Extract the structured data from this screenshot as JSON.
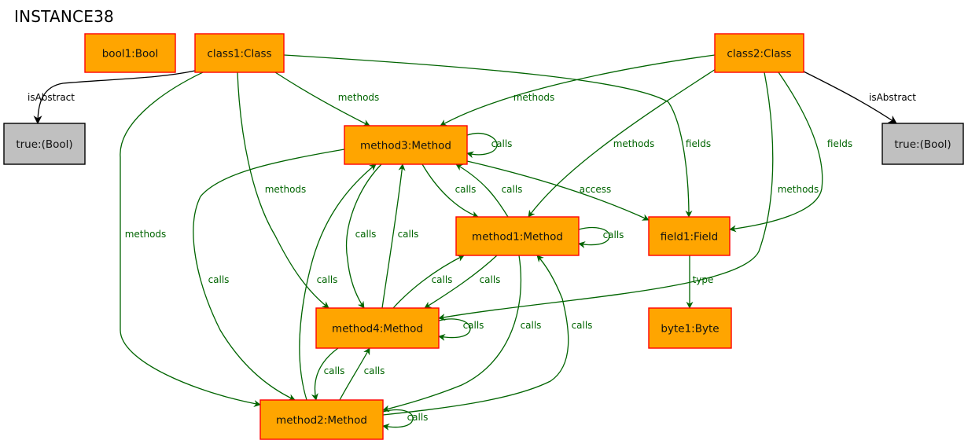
{
  "title": "INSTANCE38",
  "colors": {
    "object_fill": "#ffa500",
    "object_border": "#ff0000",
    "value_fill": "#c0c0c0",
    "value_border": "#000000",
    "link": "#006400",
    "attr_link": "#000000"
  },
  "nodes": [
    {
      "id": "bool1",
      "label": "bool1:Bool",
      "kind": "object"
    },
    {
      "id": "class1",
      "label": "class1:Class",
      "kind": "object"
    },
    {
      "id": "class2",
      "label": "class2:Class",
      "kind": "object"
    },
    {
      "id": "trueL",
      "label": "true:(Bool)",
      "kind": "value"
    },
    {
      "id": "trueR",
      "label": "true:(Bool)",
      "kind": "value"
    },
    {
      "id": "method3",
      "label": "method3:Method",
      "kind": "object"
    },
    {
      "id": "method1",
      "label": "method1:Method",
      "kind": "object"
    },
    {
      "id": "field1",
      "label": "field1:Field",
      "kind": "object"
    },
    {
      "id": "method4",
      "label": "method4:Method",
      "kind": "object"
    },
    {
      "id": "byte1",
      "label": "byte1:Byte",
      "kind": "object"
    },
    {
      "id": "method2",
      "label": "method2:Method",
      "kind": "object"
    }
  ],
  "edges": [
    {
      "id": "e1",
      "from": "class1",
      "to": "trueL",
      "label": "isAbstract",
      "kind": "attr"
    },
    {
      "id": "e2",
      "from": "class2",
      "to": "trueR",
      "label": "isAbstract",
      "kind": "attr"
    },
    {
      "id": "e3",
      "from": "class1",
      "to": "method3",
      "label": "methods",
      "kind": "link"
    },
    {
      "id": "e4",
      "from": "class2",
      "to": "method3",
      "label": "methods",
      "kind": "link"
    },
    {
      "id": "e5",
      "from": "class2",
      "to": "method1",
      "label": "methods",
      "kind": "link"
    },
    {
      "id": "e6",
      "from": "class1",
      "to": "field1",
      "label": "fields",
      "kind": "link"
    },
    {
      "id": "e7",
      "from": "class2",
      "to": "field1",
      "label": "fields",
      "kind": "link"
    },
    {
      "id": "e8",
      "from": "class1",
      "to": "method4",
      "label": "methods",
      "kind": "link"
    },
    {
      "id": "e9",
      "from": "class2",
      "to": "method4",
      "label": "methods",
      "kind": "link"
    },
    {
      "id": "e10",
      "from": "class1",
      "to": "method2",
      "label": "methods",
      "kind": "link"
    },
    {
      "id": "e11",
      "from": "method3",
      "to": "method3",
      "label": "calls",
      "kind": "link"
    },
    {
      "id": "e12",
      "from": "method3",
      "to": "field1",
      "label": "access",
      "kind": "link"
    },
    {
      "id": "e13",
      "from": "method3",
      "to": "method1",
      "label": "calls",
      "kind": "link"
    },
    {
      "id": "e14",
      "from": "method1",
      "to": "method3",
      "label": "calls",
      "kind": "link"
    },
    {
      "id": "e15",
      "from": "method1",
      "to": "method1",
      "label": "calls",
      "kind": "link"
    },
    {
      "id": "e16",
      "from": "method3",
      "to": "method4",
      "label": "calls",
      "kind": "link"
    },
    {
      "id": "e17",
      "from": "method4",
      "to": "method3",
      "label": "calls",
      "kind": "link"
    },
    {
      "id": "e18",
      "from": "method3",
      "to": "method2",
      "label": "calls",
      "kind": "link"
    },
    {
      "id": "e19",
      "from": "method2",
      "to": "method3",
      "label": "calls",
      "kind": "link"
    },
    {
      "id": "e20",
      "from": "method4",
      "to": "method1",
      "label": "calls",
      "kind": "link"
    },
    {
      "id": "e21",
      "from": "method1",
      "to": "method4",
      "label": "calls",
      "kind": "link"
    },
    {
      "id": "e22",
      "from": "method4",
      "to": "method4",
      "label": "calls",
      "kind": "link"
    },
    {
      "id": "e23",
      "from": "method1",
      "to": "method2",
      "label": "calls",
      "kind": "link"
    },
    {
      "id": "e24",
      "from": "method2",
      "to": "method1",
      "label": "calls",
      "kind": "link"
    },
    {
      "id": "e25",
      "from": "method4",
      "to": "method2",
      "label": "calls",
      "kind": "link"
    },
    {
      "id": "e26",
      "from": "method2",
      "to": "method4",
      "label": "calls",
      "kind": "link"
    },
    {
      "id": "e27",
      "from": "method2",
      "to": "method2",
      "label": "calls",
      "kind": "link"
    },
    {
      "id": "e28",
      "from": "field1",
      "to": "byte1",
      "label": "type",
      "kind": "link"
    }
  ]
}
